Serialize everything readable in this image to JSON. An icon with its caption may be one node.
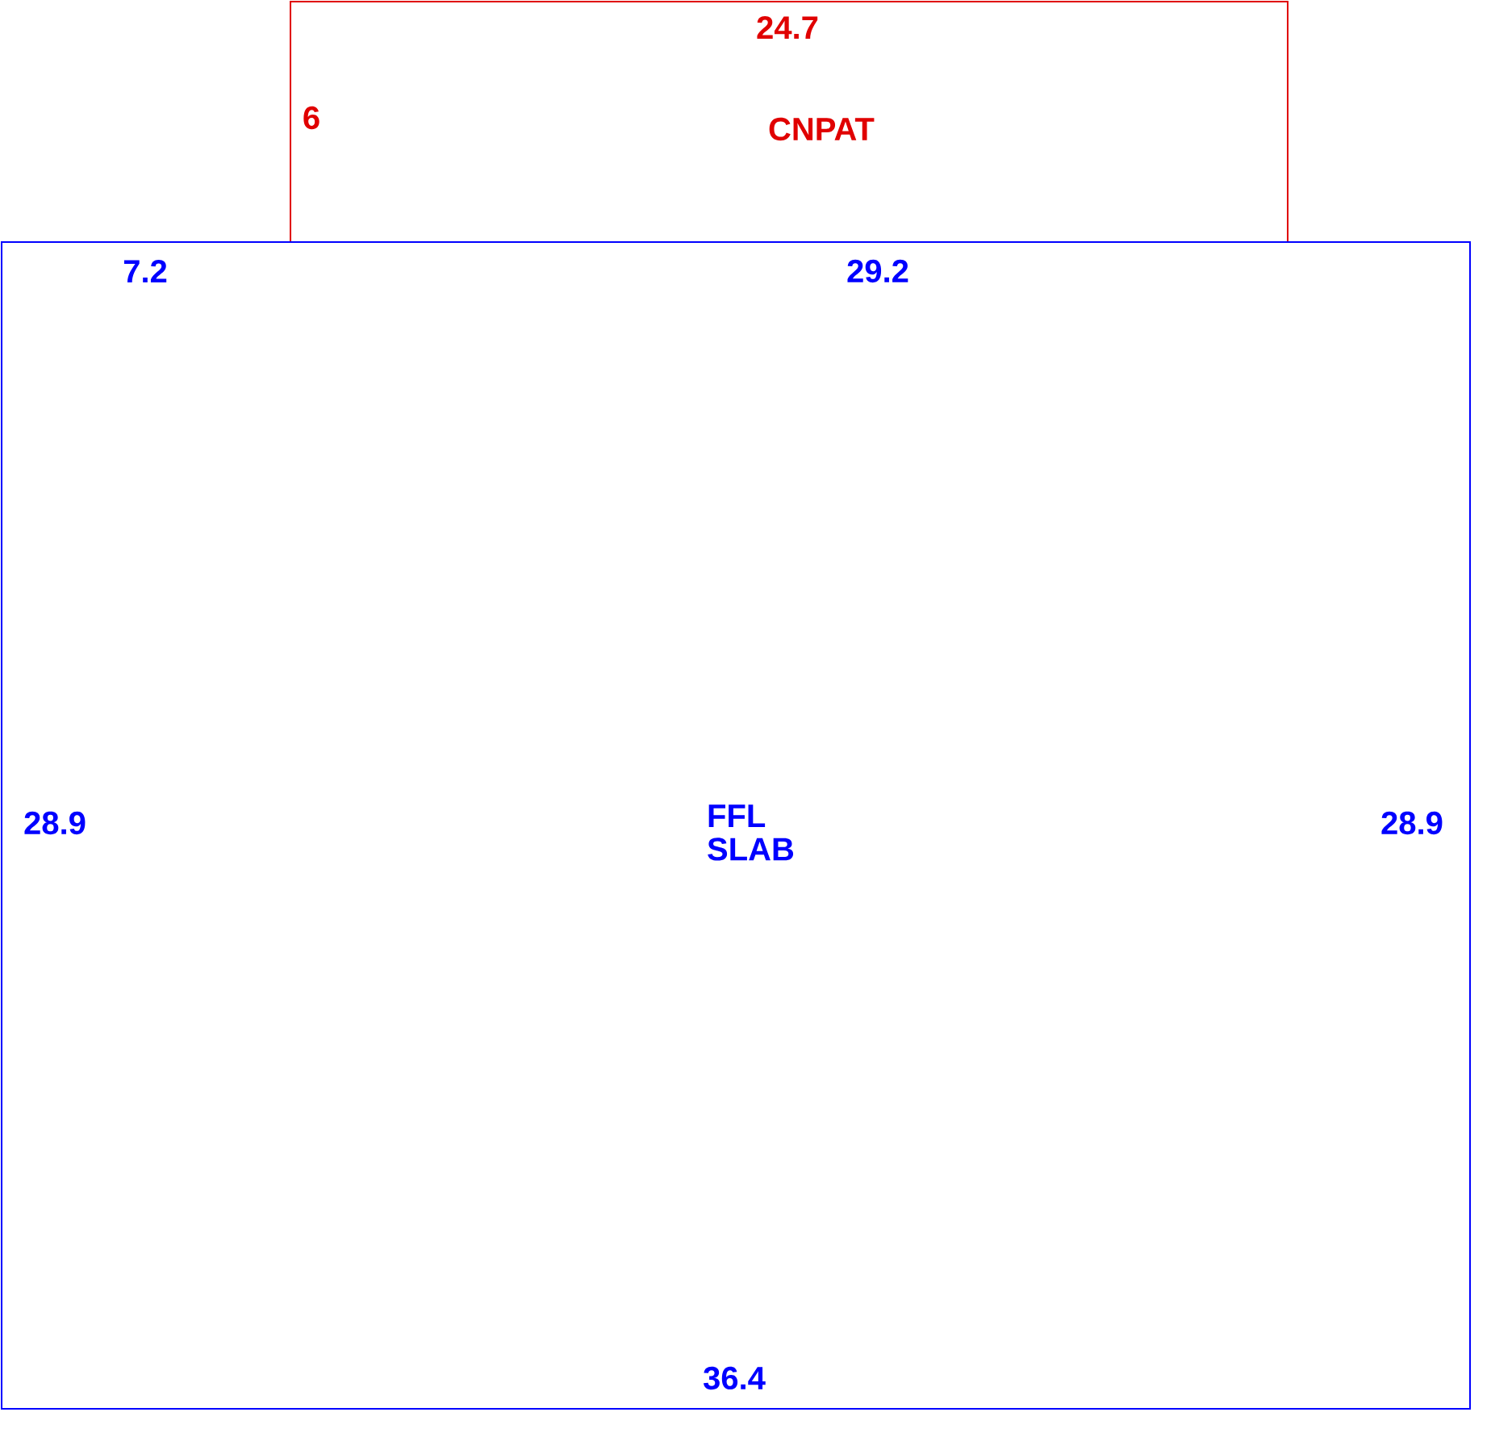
{
  "diagram": {
    "nodes": [
      {
        "text": [
          "24.7",
          "6",
          "CNPAT"
        ]
      },
      {
        "text": [
          "7.2",
          "29.2",
          "28.9",
          "FFL SLAB",
          "28.9",
          "36.4"
        ]
      }
    ]
  }
}
